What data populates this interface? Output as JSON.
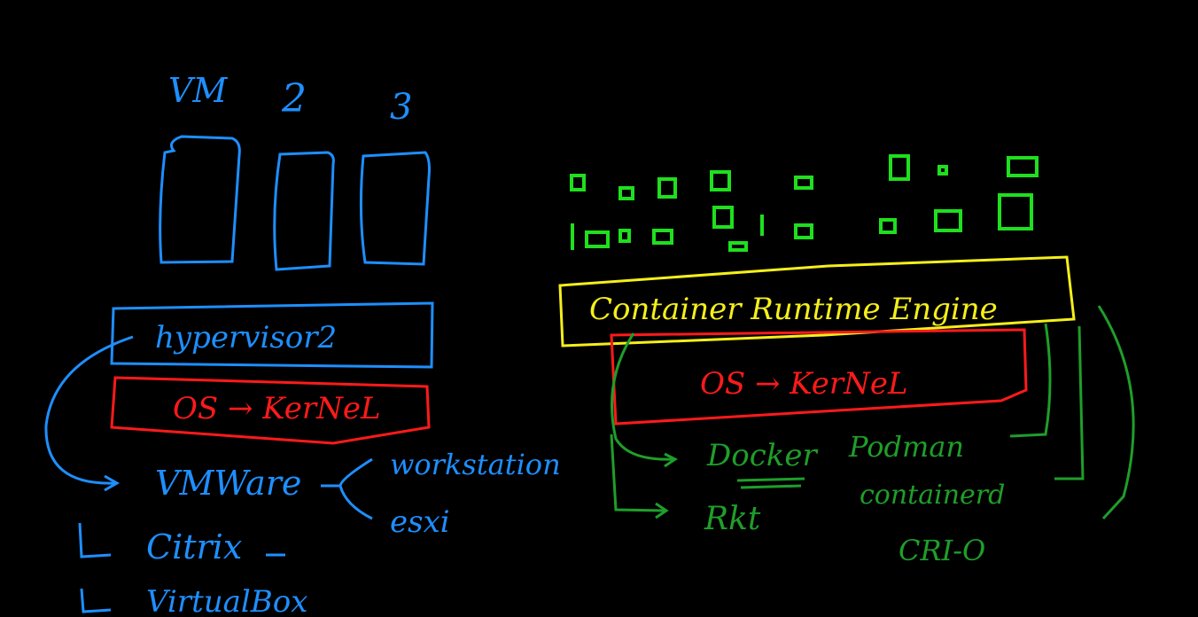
{
  "colors": {
    "background": "#000000",
    "vm_blue": "#1e8fff",
    "kernel_red": "#ff1a1a",
    "engine_yellow": "#f5ef1a",
    "tool_green": "#1f9e2a",
    "container_green": "#1ee01e"
  },
  "vm_side": {
    "vm_labels": [
      "VM",
      "2",
      "3"
    ],
    "hypervisor_label": "hypervisor2",
    "kernel_label": "OS → KerNeL",
    "vendors": {
      "vmware": "VMWare",
      "vmware_products": [
        "workstation",
        "esxi"
      ],
      "citrix": "Citrix",
      "virtualbox": "VirtualBox"
    }
  },
  "container_side": {
    "engine_label": "Container Runtime Engine",
    "kernel_label": "OS → KerNeL",
    "runtimes": [
      "Docker",
      "Podman",
      "containerd",
      "Rkt",
      "CRI-O"
    ]
  }
}
